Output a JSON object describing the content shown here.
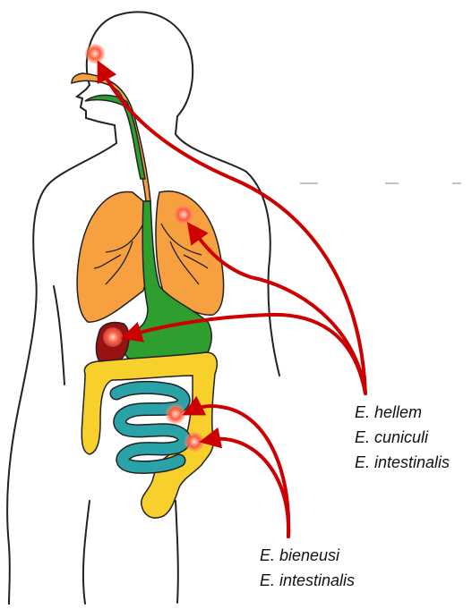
{
  "diagram": {
    "groups": [
      {
        "species": [
          "E. hellem",
          "E. cuniculi",
          "E. intestinalis"
        ],
        "targets": [
          "sinus",
          "lung",
          "kidney"
        ]
      },
      {
        "species": [
          "E. bieneusi",
          "E. intestinalis"
        ],
        "targets": [
          "small-intestine",
          "colon"
        ]
      }
    ],
    "colors": {
      "arrow": "#cc0000",
      "infection": "#ff4b3a",
      "lungs": "#f7a040",
      "trachea": "#f7a040",
      "stomach": "#2e9e2e",
      "kidney": "#991111",
      "large_intestine": "#f7d02c",
      "small_intestine": "#2aa3a8",
      "outline": "#222222"
    }
  }
}
